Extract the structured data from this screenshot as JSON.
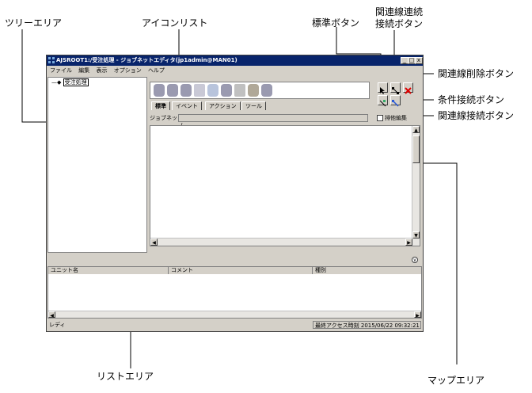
{
  "callouts": {
    "tree_area": "ツリーエリア",
    "icon_list": "アイコンリスト",
    "standard_button": "標準ボタン",
    "relation_continuous_1": "関連線連続",
    "relation_continuous_2": "接続ボタン",
    "relation_delete": "関連線削除ボタン",
    "condition_connect": "条件接続ボタン",
    "relation_connect": "関連線接続ボタン",
    "list_area": "リストエリア",
    "map_area": "マップエリア"
  },
  "window": {
    "title": "AJSROOT1:/受注処理 - ジョブネットエディタ(jp1admin@MAN01)",
    "minimize": "_",
    "maximize": "□",
    "close": "x",
    "menu": [
      "ファイル",
      "編集",
      "表示",
      "オプション",
      "ヘルプ"
    ]
  },
  "tree": {
    "root_label": "受注処理"
  },
  "tabs": [
    "標準",
    "イベント",
    "アクション",
    "ツール"
  ],
  "jobnet": {
    "label": "ジョブネット:",
    "value": "/",
    "exclusive_edit": "排他編集"
  },
  "list": {
    "columns": [
      "ユニット名",
      "コメント",
      "種別"
    ]
  },
  "status": {
    "left": "レディ",
    "right": "最終アクセス時刻 2015/06/22 09:32:21"
  },
  "colors": {
    "titlebar": "#08246b",
    "window_bg": "#d4d0c8"
  }
}
